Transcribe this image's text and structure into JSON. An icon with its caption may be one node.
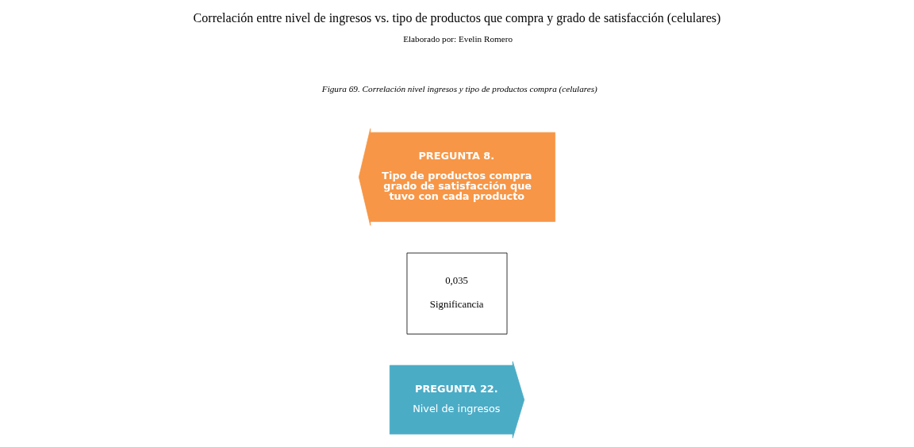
{
  "diagram": {
    "title": "Correlación entre nivel de ingresos vs. tipo de productos que compra y grado de satisfacción (celulares)",
    "caption": "Figura 69. Correlación nivel ingresos y tipo de productos compra (celulares)",
    "nodes": [
      {
        "text": [
          "PREGUNTA 22.",
          "Nivel de ingresos"
        ]
      },
      {
        "text": [
          "0,035",
          "Significancia"
        ]
      },
      {
        "text": [
          "PREGUNTA 8.",
          "Tipo de productos compra grado de satisfacción que tuvo con cada producto"
        ]
      }
    ],
    "labels": [
      "Elaborado por: Evelin Romero"
    ]
  }
}
